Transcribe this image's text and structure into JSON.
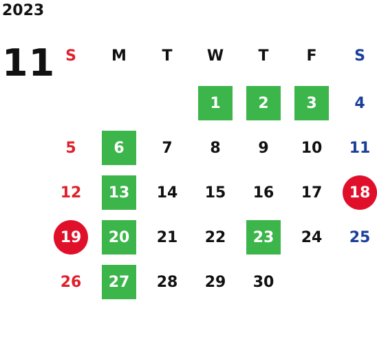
{
  "year": "2023",
  "month": "11",
  "weekdays": [
    "S",
    "M",
    "T",
    "W",
    "T",
    "F",
    "S"
  ],
  "weeks": [
    [
      {
        "d": ""
      },
      {
        "d": ""
      },
      {
        "d": ""
      },
      {
        "d": "1",
        "m": "green"
      },
      {
        "d": "2",
        "m": "green"
      },
      {
        "d": "3",
        "m": "green"
      },
      {
        "d": "4"
      }
    ],
    [
      {
        "d": "5"
      },
      {
        "d": "6",
        "m": "green"
      },
      {
        "d": "7"
      },
      {
        "d": "8"
      },
      {
        "d": "9"
      },
      {
        "d": "10"
      },
      {
        "d": "11"
      }
    ],
    [
      {
        "d": "12"
      },
      {
        "d": "13",
        "m": "green"
      },
      {
        "d": "14"
      },
      {
        "d": "15"
      },
      {
        "d": "16"
      },
      {
        "d": "17"
      },
      {
        "d": "18",
        "m": "red"
      }
    ],
    [
      {
        "d": "19",
        "m": "red"
      },
      {
        "d": "20",
        "m": "green"
      },
      {
        "d": "21"
      },
      {
        "d": "22"
      },
      {
        "d": "23",
        "m": "green"
      },
      {
        "d": "24"
      },
      {
        "d": "25"
      }
    ],
    [
      {
        "d": "26"
      },
      {
        "d": "27",
        "m": "green"
      },
      {
        "d": "28"
      },
      {
        "d": "29"
      },
      {
        "d": "30"
      },
      {
        "d": ""
      },
      {
        "d": ""
      }
    ]
  ],
  "colors": {
    "sunday": "#e0202a",
    "saturday": "#1a3e9a",
    "highlight_green": "#3cb54a",
    "highlight_red": "#e0102a"
  }
}
